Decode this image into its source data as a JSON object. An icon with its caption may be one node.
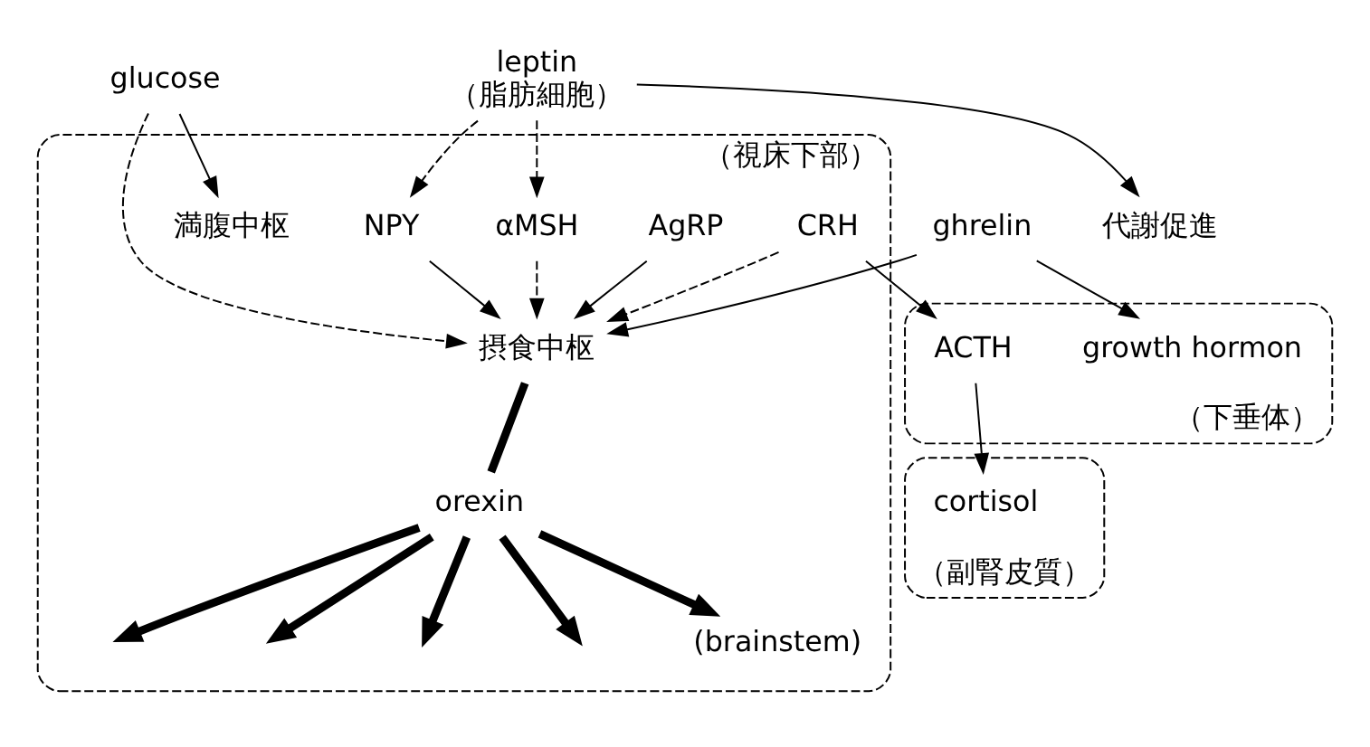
{
  "diagram": {
    "nodes": [
      {
        "text": [
          "（視床下部）"
        ]
      },
      {
        "text": [
          "orexin"
        ],
        "in": 0
      },
      {
        "text": [
          "AgRP"
        ],
        "in": 0
      },
      {
        "text": [
          "NPY"
        ],
        "in": 0
      },
      {
        "text": [
          "αMSH"
        ],
        "in": 0
      },
      {
        "text": [
          "摂食中枢"
        ],
        "in": 0
      },
      {
        "text": [
          "満腹中枢"
        ],
        "in": 0
      },
      {
        "text": [
          "(brainstem)"
        ],
        "in": 0
      },
      {
        "text": [
          "CRH"
        ],
        "in": 0
      },
      {
        "text": [
          "ghrelin"
        ]
      },
      {
        "text": [
          "glucose"
        ]
      },
      {
        "text": [
          "leptin",
          "（脂肪細胞）"
        ]
      },
      {
        "text": [
          "代謝促進"
        ]
      },
      {
        "text": [
          "（下垂体）"
        ]
      },
      {
        "text": [
          "ACTH"
        ],
        "in": 13
      },
      {
        "text": [
          "growth hormon"
        ],
        "in": 13
      },
      {
        "text": [
          "（副腎皮質）"
        ]
      },
      {
        "text": [
          "cortisol"
        ],
        "in": 16
      }
    ],
    "edges": [
      {
        "from": 5,
        "to": 1,
        "arrow": "none",
        "style": "thick"
      },
      {
        "from": 1,
        "to": null,
        "arrow": "to",
        "style": "thick"
      },
      {
        "from": 1,
        "to": null,
        "arrow": "to",
        "style": "thick"
      },
      {
        "from": 1,
        "to": null,
        "arrow": "to",
        "style": "thick"
      },
      {
        "from": 1,
        "to": null,
        "arrow": "to",
        "style": "thick"
      },
      {
        "from": 1,
        "to": 7,
        "arrow": "to",
        "style": "thick"
      },
      {
        "from": 2,
        "to": 5,
        "arrow": "to"
      },
      {
        "from": 3,
        "to": 5,
        "arrow": "to"
      },
      {
        "from": 4,
        "to": 5,
        "arrow": "to",
        "style": "dashed"
      },
      {
        "from": 11,
        "to": 3,
        "arrow": "to",
        "style": "dashed"
      },
      {
        "from": 11,
        "to": 4,
        "arrow": "to",
        "style": "dashed"
      },
      {
        "from": 8,
        "to": 5,
        "arrow": "to",
        "style": "dashed"
      },
      {
        "from": 9,
        "to": 5,
        "arrow": "to"
      },
      {
        "from": 10,
        "to": 5,
        "arrow": "to",
        "style": "dashed"
      },
      {
        "from": 10,
        "to": 6,
        "arrow": "to"
      },
      {
        "from": 11,
        "to": 12,
        "arrow": "to"
      },
      {
        "from": 8,
        "to": 14,
        "arrow": "to"
      },
      {
        "from": 9,
        "to": 15,
        "arrow": "to"
      },
      {
        "from": 14,
        "to": 17,
        "arrow": "to"
      }
    ]
  }
}
